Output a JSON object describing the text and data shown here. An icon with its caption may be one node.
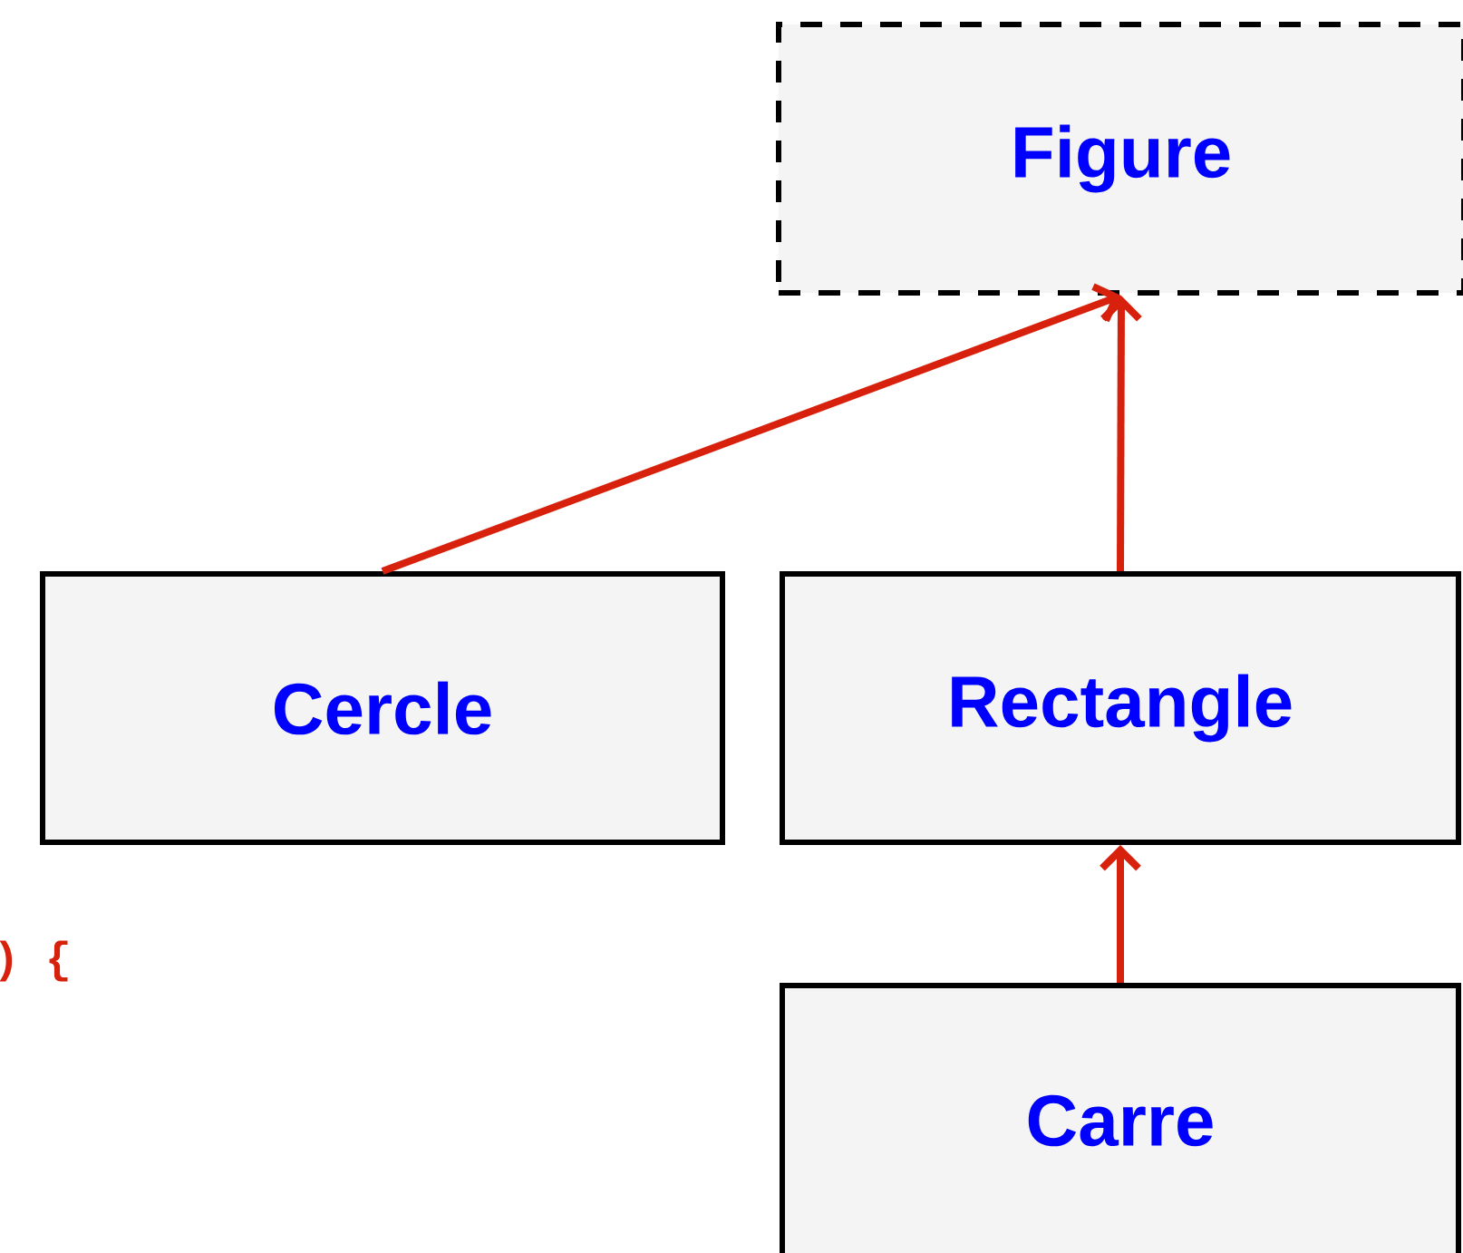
{
  "diagram": {
    "nodes": [
      {
        "text": [
          "Figure"
        ]
      },
      {
        "text": [
          "Cercle"
        ]
      },
      {
        "text": [
          "Rectangle"
        ]
      },
      {
        "text": [
          "Carre"
        ]
      }
    ],
    "edges": [
      {
        "from": 1,
        "to": 0,
        "arrow": "to"
      },
      {
        "from": 2,
        "to": 0,
        "arrow": "to"
      },
      {
        "from": 3,
        "to": 2,
        "arrow": "to"
      }
    ],
    "labels": [
      ") {"
    ]
  }
}
